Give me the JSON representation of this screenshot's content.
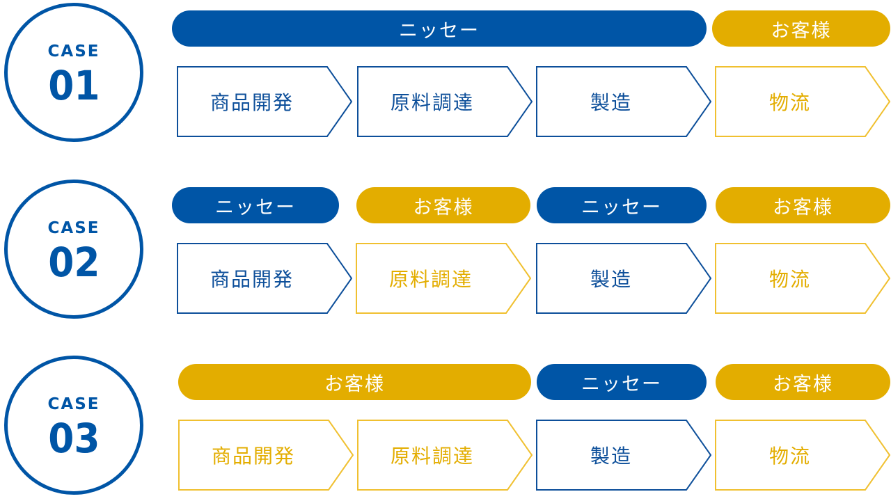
{
  "colors": {
    "blue": "#0055a6",
    "gold": "#e3ad00"
  },
  "cases": [
    {
      "label": "CASE",
      "number": "01",
      "owners": [
        {
          "text": "ニッセー",
          "color": "blue"
        },
        {
          "text": "お客様",
          "color": "gold"
        }
      ],
      "steps": [
        {
          "text": "商品開発",
          "color": "blue"
        },
        {
          "text": "原料調達",
          "color": "blue"
        },
        {
          "text": "製造",
          "color": "blue"
        },
        {
          "text": "物流",
          "color": "gold"
        }
      ]
    },
    {
      "label": "CASE",
      "number": "02",
      "owners": [
        {
          "text": "ニッセー",
          "color": "blue"
        },
        {
          "text": "お客様",
          "color": "gold"
        },
        {
          "text": "ニッセー",
          "color": "blue"
        },
        {
          "text": "お客様",
          "color": "gold"
        }
      ],
      "steps": [
        {
          "text": "商品開発",
          "color": "blue"
        },
        {
          "text": "原料調達",
          "color": "gold"
        },
        {
          "text": "製造",
          "color": "blue"
        },
        {
          "text": "物流",
          "color": "gold"
        }
      ]
    },
    {
      "label": "CASE",
      "number": "03",
      "owners": [
        {
          "text": "お客様",
          "color": "gold"
        },
        {
          "text": "ニッセー",
          "color": "blue"
        },
        {
          "text": "お客様",
          "color": "gold"
        }
      ],
      "steps": [
        {
          "text": "商品開発",
          "color": "gold"
        },
        {
          "text": "原料調達",
          "color": "gold"
        },
        {
          "text": "製造",
          "color": "blue"
        },
        {
          "text": "物流",
          "color": "gold"
        }
      ]
    }
  ]
}
